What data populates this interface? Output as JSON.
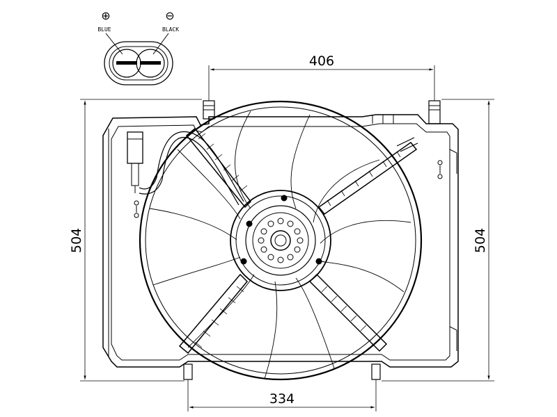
{
  "connector": {
    "positive_symbol": "⊕",
    "negative_symbol": "⊖",
    "positive_label": "BLUE",
    "negative_label": "BLACK"
  },
  "dimensions": {
    "top_width": "406",
    "bottom_width": "334",
    "left_height": "504",
    "right_height": "504"
  },
  "colors": {
    "line": "#000000",
    "background": "#ffffff"
  }
}
